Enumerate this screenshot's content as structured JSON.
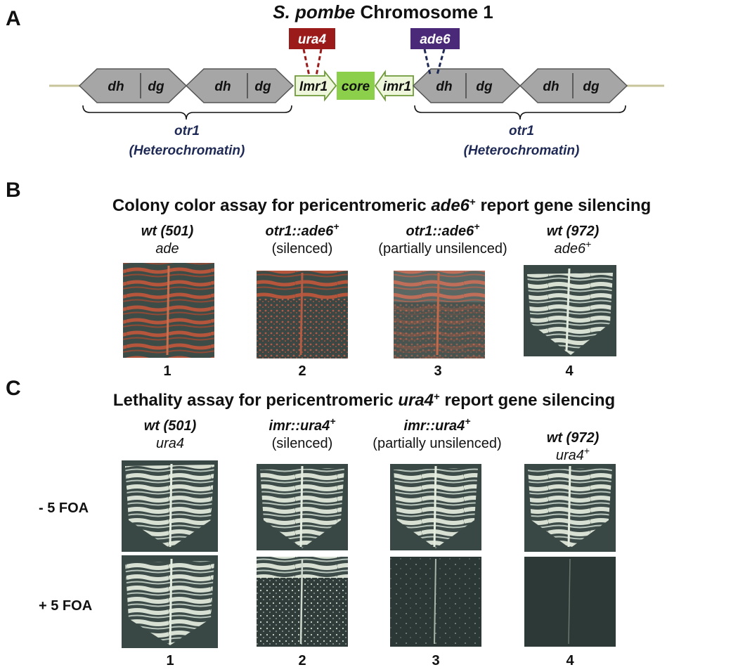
{
  "panel_a": {
    "letter": "A",
    "title_italic": "S. pombe",
    "title_rest": " Chromosome 1",
    "repeat_seg_1": "dh",
    "repeat_seg_2": "dg",
    "imr_left": "Imr1",
    "core": "core",
    "imr_right": "imr1",
    "ura4_tag": "ura4",
    "ade6_tag": "ade6",
    "otr_label": "otr1",
    "otr_sub": "(Heterochromatin)",
    "colors": {
      "chromosome_line": "#c8c49a",
      "repeat_fill": "#a6a6a6",
      "imr_fill": "#eef6dc",
      "imr_stroke": "#6f9a3a",
      "core_fill": "#8ccf4a",
      "ura4_fill": "#9b1b1b",
      "ade6_fill": "#4a2a78",
      "otr_text": "#1e2a55"
    }
  },
  "panel_b": {
    "letter": "B",
    "title_pre": "Colony color assay for pericentromeric ",
    "title_gene": "ade6",
    "title_sup": "+",
    "title_post": " report gene silencing",
    "strains": [
      {
        "l1": "wt (501)",
        "l1_sup": "",
        "l2": "ade",
        "l2_sup": "",
        "l2_italic": true,
        "num": "1"
      },
      {
        "l1": "otr1::ade6",
        "l1_sup": "+",
        "l2": "(silenced)",
        "l2_sup": "",
        "l2_italic": false,
        "num": "2"
      },
      {
        "l1": "otr1::ade6",
        "l1_sup": "+",
        "l2": "(partially unsilenced)",
        "l2_sup": "",
        "l2_italic": false,
        "num": "3"
      },
      {
        "l1": "wt (972)",
        "l1_sup": "",
        "l2": "ade6",
        "l2_sup": "+",
        "l2_italic": true,
        "num": "4"
      }
    ]
  },
  "panel_c": {
    "letter": "C",
    "title_pre": "Lethality assay for pericentromeric ",
    "title_gene": "ura4",
    "title_sup": "+",
    "title_post": " report gene silencing",
    "row_minus": "- 5 FOA",
    "row_plus": "+ 5 FOA",
    "strains": [
      {
        "l1": "wt (501)",
        "l1_sup": "",
        "l2": "ura4",
        "l2_sup": "",
        "l2_italic": true,
        "num": "1"
      },
      {
        "l1": "imr::ura4",
        "l1_sup": "+",
        "l2": "(silenced)",
        "l2_sup": "",
        "l2_italic": false,
        "num": "2"
      },
      {
        "l1": "imr::ura4",
        "l1_sup": "+",
        "l2": "(partially unsilenced)",
        "l2_sup": "",
        "l2_italic": false,
        "num": "3"
      },
      {
        "l1": "wt (972)",
        "l1_sup": "",
        "l2": "ura4",
        "l2_sup": "+",
        "l2_italic": true,
        "num": "4"
      }
    ]
  },
  "plate_colors": {
    "agar": "#3d4d4a",
    "red_colony": "#b4553c",
    "white_colony": "#dfe6da"
  }
}
